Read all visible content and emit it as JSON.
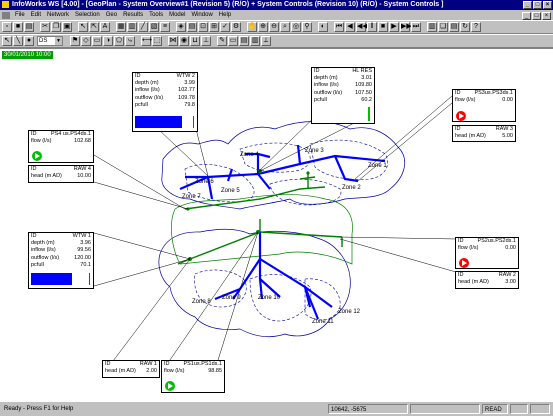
{
  "window": {
    "title": "InfoWorks WS [4.00] - [GeoPlan - System Overview#1 (Revision 5) (R/O) + System Controls (Revision 10) (R/O) - System Controls ]"
  },
  "menu": [
    "File",
    "Edit",
    "Network",
    "Selection",
    "Geo",
    "Results",
    "Tools",
    "Model",
    "Window",
    "Help"
  ],
  "toolbar": {
    "ds_label": "DS",
    "time": "30/01/2010 10:00"
  },
  "zones": {
    "z1": "Zone 1",
    "z2": "Zone 2",
    "z3": "Zone 3",
    "z4": "Zone 4",
    "z5": "Zone 5",
    "z6": "Zone 6",
    "z7": "Zone 7",
    "z8": "Zone 8",
    "z9": "Zone 9",
    "z10": "Zone 10",
    "z11": "Zone 11",
    "z12": "Zone 12"
  },
  "wtw2": {
    "id_label": "ID",
    "id": "WTW 2",
    "rows": [
      {
        "k": "depth (m)",
        "v": "3.99"
      },
      {
        "k": "inflow (l/s)",
        "v": "102.77"
      },
      {
        "k": "outflow (l/s)",
        "v": "109.78"
      },
      {
        "k": "pcfull",
        "v": "79.8"
      }
    ],
    "pcfull_value": 79.8
  },
  "hlres": {
    "id_label": "ID",
    "id": "HL RES",
    "rows": [
      {
        "k": "depth (m)",
        "v": "3.01"
      },
      {
        "k": "inflow (l/s)",
        "v": "109.80"
      },
      {
        "k": "outflow (l/s)",
        "v": "107.50"
      },
      {
        "k": "pcfull",
        "v": "60.2"
      }
    ],
    "pcfull_value": 60.2
  },
  "ps3": {
    "id_label": "ID",
    "id": "PS3us.PS3ds.1",
    "rows": [
      {
        "k": "flow (l/s)",
        "v": "0.00"
      }
    ]
  },
  "raw3": {
    "id_label": "ID",
    "id": "RAW 3",
    "rows": [
      {
        "k": "head (m AD)",
        "v": "5.00"
      }
    ]
  },
  "ps4": {
    "id_label": "ID",
    "id": "PS4 us.PS4ds.1",
    "rows": [
      {
        "k": "flow (l/s)",
        "v": "102.68"
      }
    ]
  },
  "raw4": {
    "id_label": "ID",
    "id": "RAW 4",
    "rows": [
      {
        "k": "head (m AD)",
        "v": "10.00"
      }
    ]
  },
  "wtw1": {
    "id_label": "ID",
    "id": "WTW 1",
    "rows": [
      {
        "k": "depth (m)",
        "v": "3.96"
      },
      {
        "k": "inflow (l/s)",
        "v": "99.56"
      },
      {
        "k": "outflow (l/s)",
        "v": "120.00"
      },
      {
        "k": "pcfull",
        "v": "70.1"
      }
    ],
    "pcfull_value": 70.1
  },
  "ps2": {
    "id_label": "ID",
    "id": "PS2us.PS2ds.1",
    "rows": [
      {
        "k": "flow (l/s)",
        "v": "0.00"
      }
    ]
  },
  "raw2": {
    "id_label": "ID",
    "id": "RAW 2",
    "rows": [
      {
        "k": "head (m AD)",
        "v": "3.00"
      }
    ]
  },
  "raw1": {
    "id_label": "ID",
    "id": "RAW 1",
    "rows": [
      {
        "k": "head (m AD)",
        "v": "2.00"
      }
    ]
  },
  "ps1": {
    "id_label": "ID",
    "id": "PS1us.PS1ds.1",
    "rows": [
      {
        "k": "flow (l/s)",
        "v": "98.85"
      }
    ]
  },
  "status": {
    "left": "Ready - Press F1 for Help",
    "coords": "10642, -5675",
    "mode": "READ"
  },
  "colors": {
    "pipe": "#0000ff",
    "main": "#008000",
    "boundary": "#0000a0",
    "pump_on": "#00c000",
    "pump_off": "#ff0000"
  }
}
